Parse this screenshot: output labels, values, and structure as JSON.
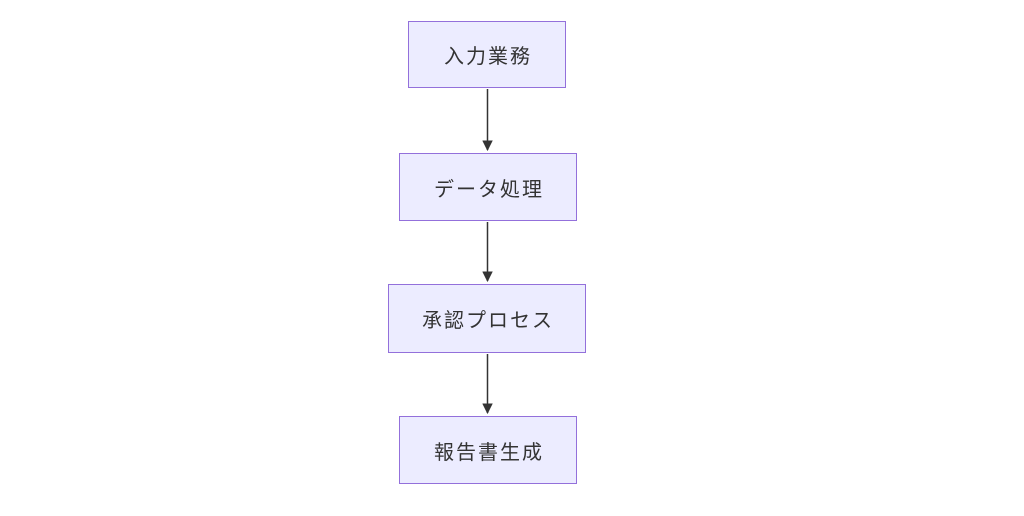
{
  "diagram": {
    "type": "flowchart",
    "direction": "top-to-bottom",
    "background": "#ffffff",
    "colors": {
      "node_fill": "#ECECFF",
      "node_border": "#9370DB",
      "edge": "#333333",
      "text": "#333333"
    },
    "nodes": [
      {
        "label": "入力業務"
      },
      {
        "label": "データ処理"
      },
      {
        "label": "承認プロセス"
      },
      {
        "label": "報告書生成"
      }
    ],
    "edges": [
      {
        "from": "入力業務",
        "to": "データ処理"
      },
      {
        "from": "データ処理",
        "to": "承認プロセス"
      },
      {
        "from": "承認プロセス",
        "to": "報告書生成"
      }
    ]
  }
}
